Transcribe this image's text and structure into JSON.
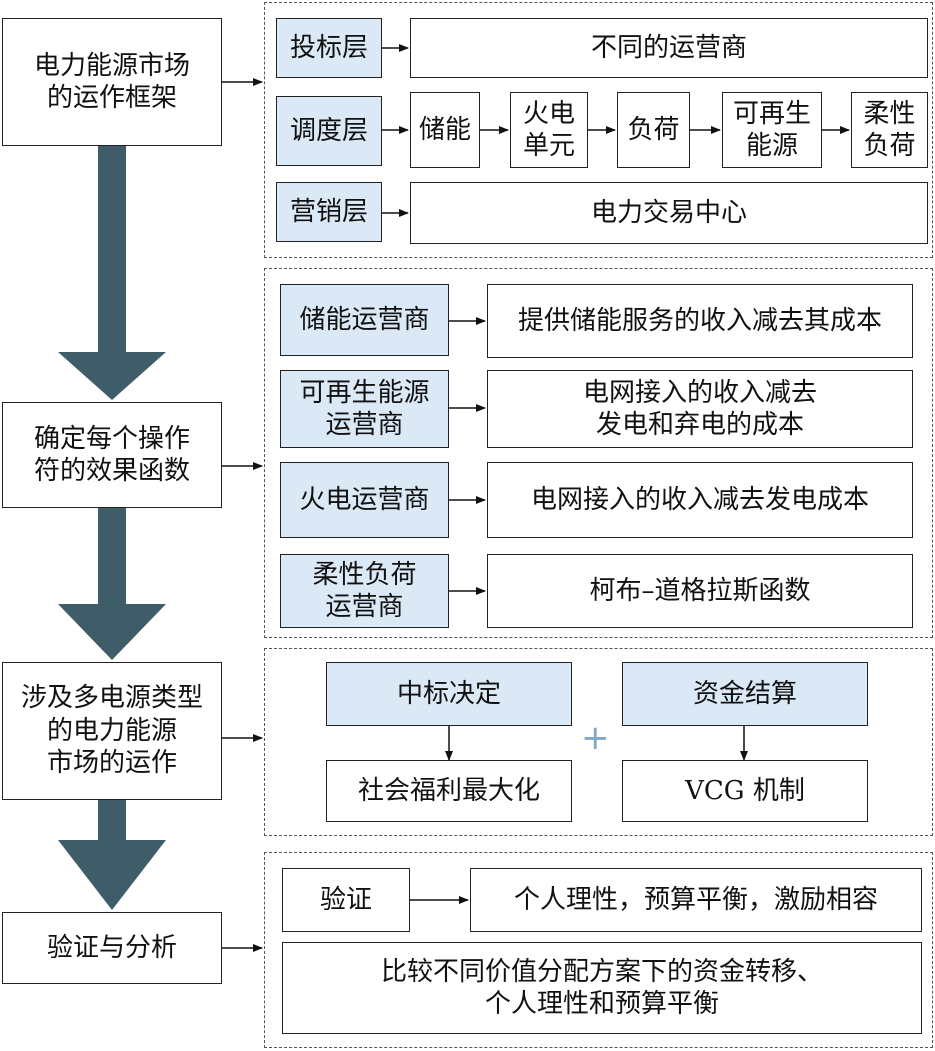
{
  "left_steps": [
    "电力能源市场\n的运作框架",
    "确定每个操作\n符的效果函数",
    "涉及多电源类型\n的电力能源\n市场的运作",
    "验证与分析"
  ],
  "framework": {
    "bidding_layer": "投标层",
    "bidding_desc": "不同的运营商",
    "dispatch_layer": "调度层",
    "dispatch_chain": [
      "储能",
      "火电\n单元",
      "负荷",
      "可再生\n能源",
      "柔性\n负荷"
    ],
    "marketing_layer": "营销层",
    "marketing_desc": "电力交易中心"
  },
  "effect_functions": [
    {
      "operator": "储能运营商",
      "function": "提供储能服务的收入减去其成本"
    },
    {
      "operator": "可再生能源\n运营商",
      "function": "电网接入的收入减去\n发电和弃电的成本"
    },
    {
      "operator": "火电运营商",
      "function": "电网接入的收入减去发电成本"
    },
    {
      "operator": "柔性负荷\n运营商",
      "function": "柯布–道格拉斯函数"
    }
  ],
  "operation": {
    "winning": "中标决定",
    "winning_result": "社会福利最大化",
    "plus": "+",
    "settlement": "资金结算",
    "settlement_result": "VCG 机制"
  },
  "verification": {
    "label": "验证",
    "properties": "个人理性，预算平衡，激励相容",
    "comparison": "比较不同价值分配方案下的资金转移、\n个人理性和预算平衡"
  },
  "colors": {
    "highlight_fill": "#dbe9f7",
    "flow_arrow": "#3f5d68",
    "plus": "#7fa7c7"
  }
}
